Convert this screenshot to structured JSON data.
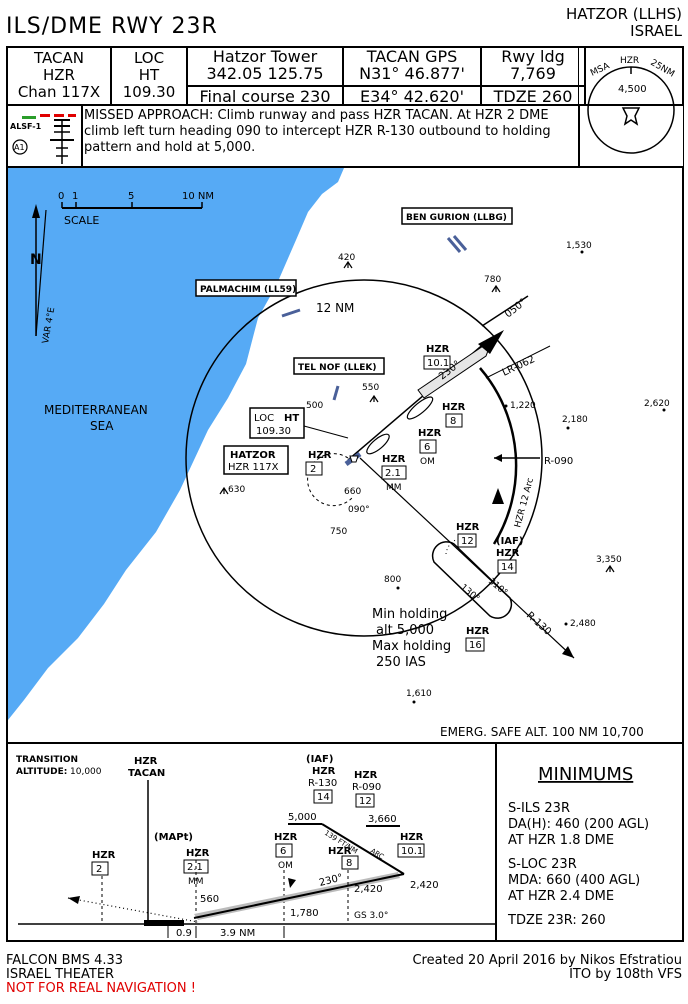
{
  "header": {
    "title": "ILS/DME RWY 23R",
    "airport": "HATZOR (LLHS)",
    "country": "ISRAEL"
  },
  "info_box": {
    "tacan": {
      "l1": "TACAN",
      "l2": "HZR",
      "l3": "Chan 117X"
    },
    "loc": {
      "l1": "LOC",
      "l2": "HT",
      "l3": "109.30"
    },
    "tower": {
      "l1": "Hatzor Tower",
      "l2": "342.05 125.75",
      "l3": "Final course 230"
    },
    "gps": {
      "l1": "TACAN GPS",
      "l2": "N31° 46.877'",
      "l3": "E34° 42.620'"
    },
    "rwy": {
      "l1": "Rwy ldg",
      "l2": "7,769",
      "l3": "TDZE 260"
    },
    "msa": {
      "label": "MSA",
      "fix": "HZR",
      "radius": "25NM",
      "alt": "4,500"
    }
  },
  "missed_approach": {
    "text": "MISSED APPROACH: Climb runway and pass HZR TACAN. At HZR 2 DME climb left turn heading 090 to intercept HZR R-130 outbound to holding pattern and hold at 5,000.",
    "alsf": "ALSF-1",
    "alsf_code": "A1"
  },
  "plan": {
    "scale": {
      "s0": "0",
      "s1": "1",
      "s5": "5",
      "s10": "10 NM",
      "label": "SCALE"
    },
    "var": "VAR 4°E",
    "north": "N",
    "sea1": "MEDITERRANEAN",
    "sea2": "SEA",
    "ben_gurion": "BEN GURION (LLBG)",
    "palmachim": "PALMACHIM (LL59)",
    "tel_nof": "TEL NOF (LLEK)",
    "ring": "12 NM",
    "loc": {
      "l1": "LOC",
      "l2": "HT",
      "l3": "109.30"
    },
    "hatzor": {
      "l1": "HATZOR",
      "l2": "HZR 117X"
    },
    "elev": {
      "e420": "420",
      "e1530": "1,530",
      "e780": "780",
      "e550": "550",
      "e500": "500",
      "e1220": "1,220",
      "e2180": "2,180",
      "e2620": "2,620",
      "e630": "630",
      "e660": "660",
      "e750": "750",
      "e800": "800",
      "e3350": "3,350",
      "e2480": "2,480",
      "e1610": "1,610"
    },
    "radials": {
      "r050": "050°",
      "lr062": "LR-062",
      "r090": "R-090",
      "r130": "R-130",
      "c230": "230°",
      "c310": "310°",
      "c130": "130°",
      "h090": "090°",
      "arc": "HZR 12 Arc"
    },
    "fixes": {
      "hzr": "HZR",
      "d10": "10.1",
      "d8": "8",
      "d6": "6",
      "d21": "2.1",
      "d2": "2",
      "d12": "12",
      "d14": "14",
      "d16": "16",
      "om": "OM",
      "mm": "MM",
      "iaf": "(IAF)"
    },
    "holding": {
      "l1": "Min holding",
      "l2": "alt 5,000",
      "l3": "Max holding",
      "l4": "250 IAS"
    },
    "emerg": "EMERG. SAFE ALT. 100 NM 10,700"
  },
  "profile": {
    "trans1": "TRANSITION",
    "trans2": "ALTITUDE:",
    "trans_val": "10,000",
    "tacan": "HZR",
    "tacan2": "TACAN",
    "mapt": "(MAPt)",
    "iaf": "(IAF)",
    "r130": "R-130",
    "r090": "R-090",
    "a5000": "5,000",
    "a3660": "3,660",
    "a2420a": "2,420",
    "a2420b": "2,420",
    "a1780": "1,780",
    "a560": "560",
    "d09": "0.9",
    "d39": "3.9 NM",
    "gs": "GS 3.0°",
    "c230": "230°",
    "ftnm": "139 FT/NM",
    "arc": "ARC"
  },
  "minimums": {
    "title": "MINIMUMS",
    "ils1": "S-ILS 23R",
    "ils2": "DA(H):  460 (200 AGL)",
    "ils3": "AT HZR 1.8 DME",
    "loc1": "S-LOC 23R",
    "loc2": "MDA:  660 (400 AGL)",
    "loc3": "AT HZR 2.4 DME",
    "tdze": "TDZE 23R:  260"
  },
  "footer": {
    "l1": "FALCON BMS 4.33",
    "l2": "ISRAEL THEATER",
    "l3": "NOT FOR REAL NAVIGATION !",
    "r1": "Created 20 April 2016 by Nikos Efstratiou",
    "r2": "ITO by 108th VFS"
  },
  "colors": {
    "sea": "#56aaf5",
    "warn": "#e00000",
    "ink": "#000000"
  }
}
